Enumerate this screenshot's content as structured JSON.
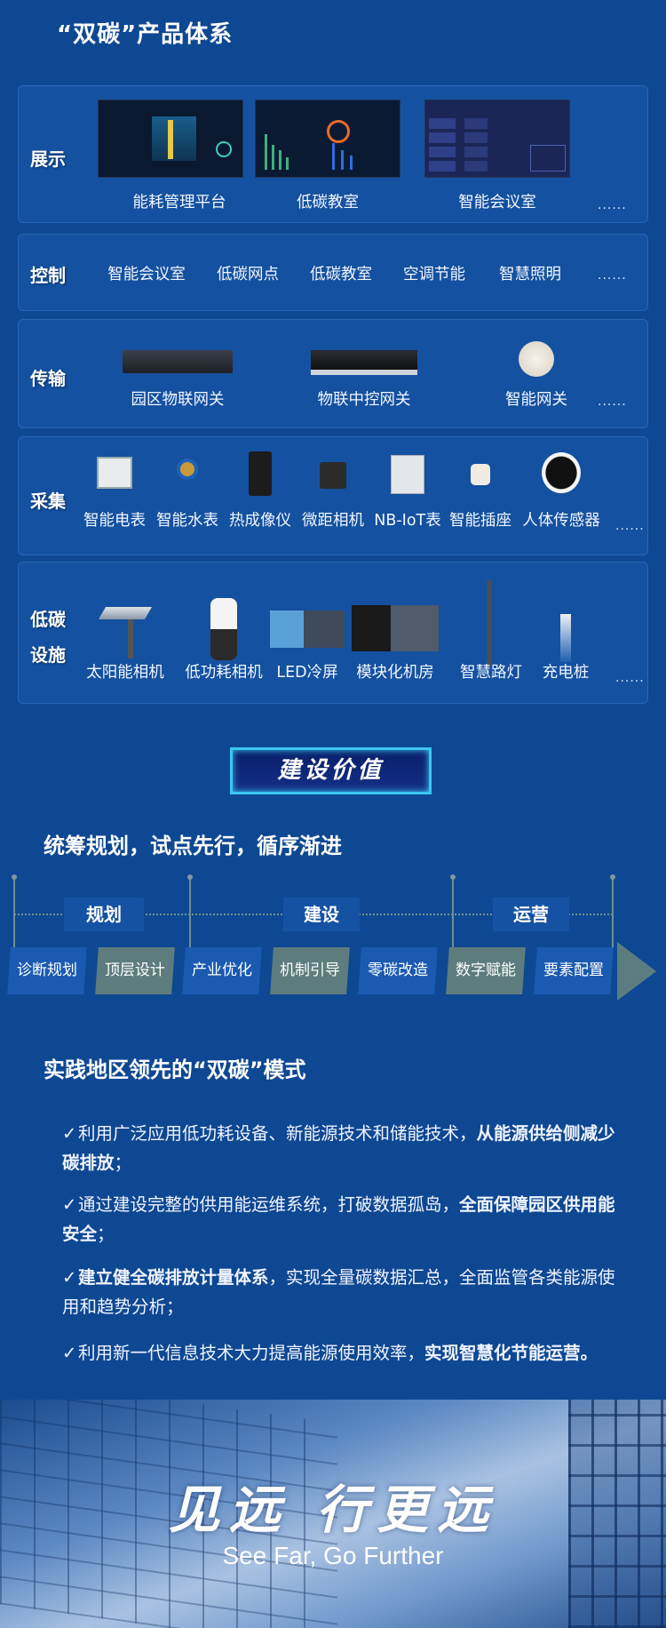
{
  "title": "“双碳”产品体系",
  "more": "......",
  "sections": {
    "display": {
      "label": "展示",
      "items": [
        "能耗管理平台",
        "低碳教室",
        "智能会议室"
      ]
    },
    "control": {
      "label": "控制",
      "items": [
        "智能会议室",
        "低碳网点",
        "低碳教室",
        "空调节能",
        "智慧照明"
      ]
    },
    "transport": {
      "label": "传输",
      "items": [
        "园区物联网关",
        "物联中控网关",
        "智能网关"
      ]
    },
    "collect": {
      "label": "采集",
      "items": [
        "智能电表",
        "智能水表",
        "热成像仪",
        "微距相机",
        "NB-IoT表",
        "智能插座",
        "人体传感器"
      ]
    },
    "facility": {
      "label_1": "低碳",
      "label_2": "设施",
      "items": [
        "太阳能相机",
        "低功耗相机",
        "LED冷屏",
        "模块化机房",
        "智慧路灯",
        "充电桩"
      ]
    }
  },
  "value_badge": "建设价值",
  "value_subtitle": "统筹规划，试点先行，循序渐进",
  "phases": [
    "规划",
    "建设",
    "运营"
  ],
  "steps": [
    "诊断规划",
    "顶层设计",
    "产业优化",
    "机制引导",
    "零碳改造",
    "数字赋能",
    "要素配置"
  ],
  "mode_heading": "实践地区领先的“双碳”模式",
  "bullets": [
    {
      "check": "✓",
      "normal": "利用广泛应用低功耗设备、新能源技术和储能技术，",
      "bold": "从能源供给侧减少碳排放",
      "tail": "；"
    },
    {
      "check": "✓",
      "normal": "通过建设完整的供用能运维系统，打破数据孤岛，",
      "bold": "全面保障园区供用能安全",
      "tail": "；"
    },
    {
      "check": "✓",
      "bold": "建立健全碳排放计量体系",
      "normal": "，实现全量碳数据汇总，全面监管各类能源使用和趋势分析；"
    },
    {
      "check": "✓",
      "normal": "利用新一代信息技术大力提高能源使用效率，",
      "bold": "实现智慧化节能运营。"
    }
  ],
  "banner": {
    "calligraphy": "见远 行更远",
    "slogan": "See Far, Go Further"
  },
  "colors": {
    "background": "#0e4893",
    "panel": "#1451a0",
    "step_blue": "#1b5ab1",
    "step_grey": "#5d7c7e",
    "badge_border": "#3cc6f0"
  }
}
